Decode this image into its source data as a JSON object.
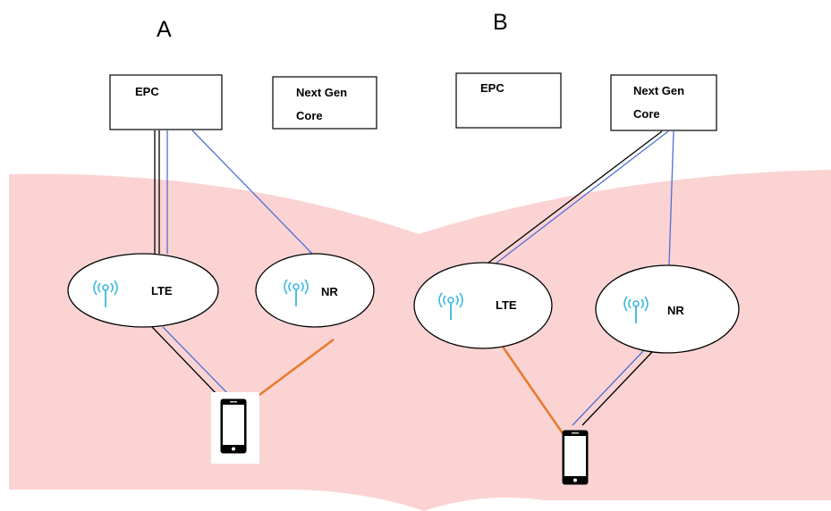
{
  "colors": {
    "background_band": "#fbd3d3",
    "line_black": "#000000",
    "line_blue": "#4f6fd6",
    "line_orange": "#e87a2a",
    "antenna": "#3bb8e0",
    "box_border": "#000000",
    "phone_body": "#000000"
  },
  "panels": {
    "a": {
      "label": "A",
      "epc_label": "EPC",
      "ngc_label_line1": "Next Gen",
      "ngc_label_line2": "Core",
      "lte_label": "LTE",
      "nr_label": "NR"
    },
    "b": {
      "label": "B",
      "epc_label": "EPC",
      "ngc_label_line1": "Next Gen",
      "ngc_label_line2": "Core",
      "lte_label": "LTE",
      "nr_label": "NR"
    }
  },
  "icons": {
    "antenna": "radio-antenna-icon",
    "phone": "smartphone-icon"
  }
}
